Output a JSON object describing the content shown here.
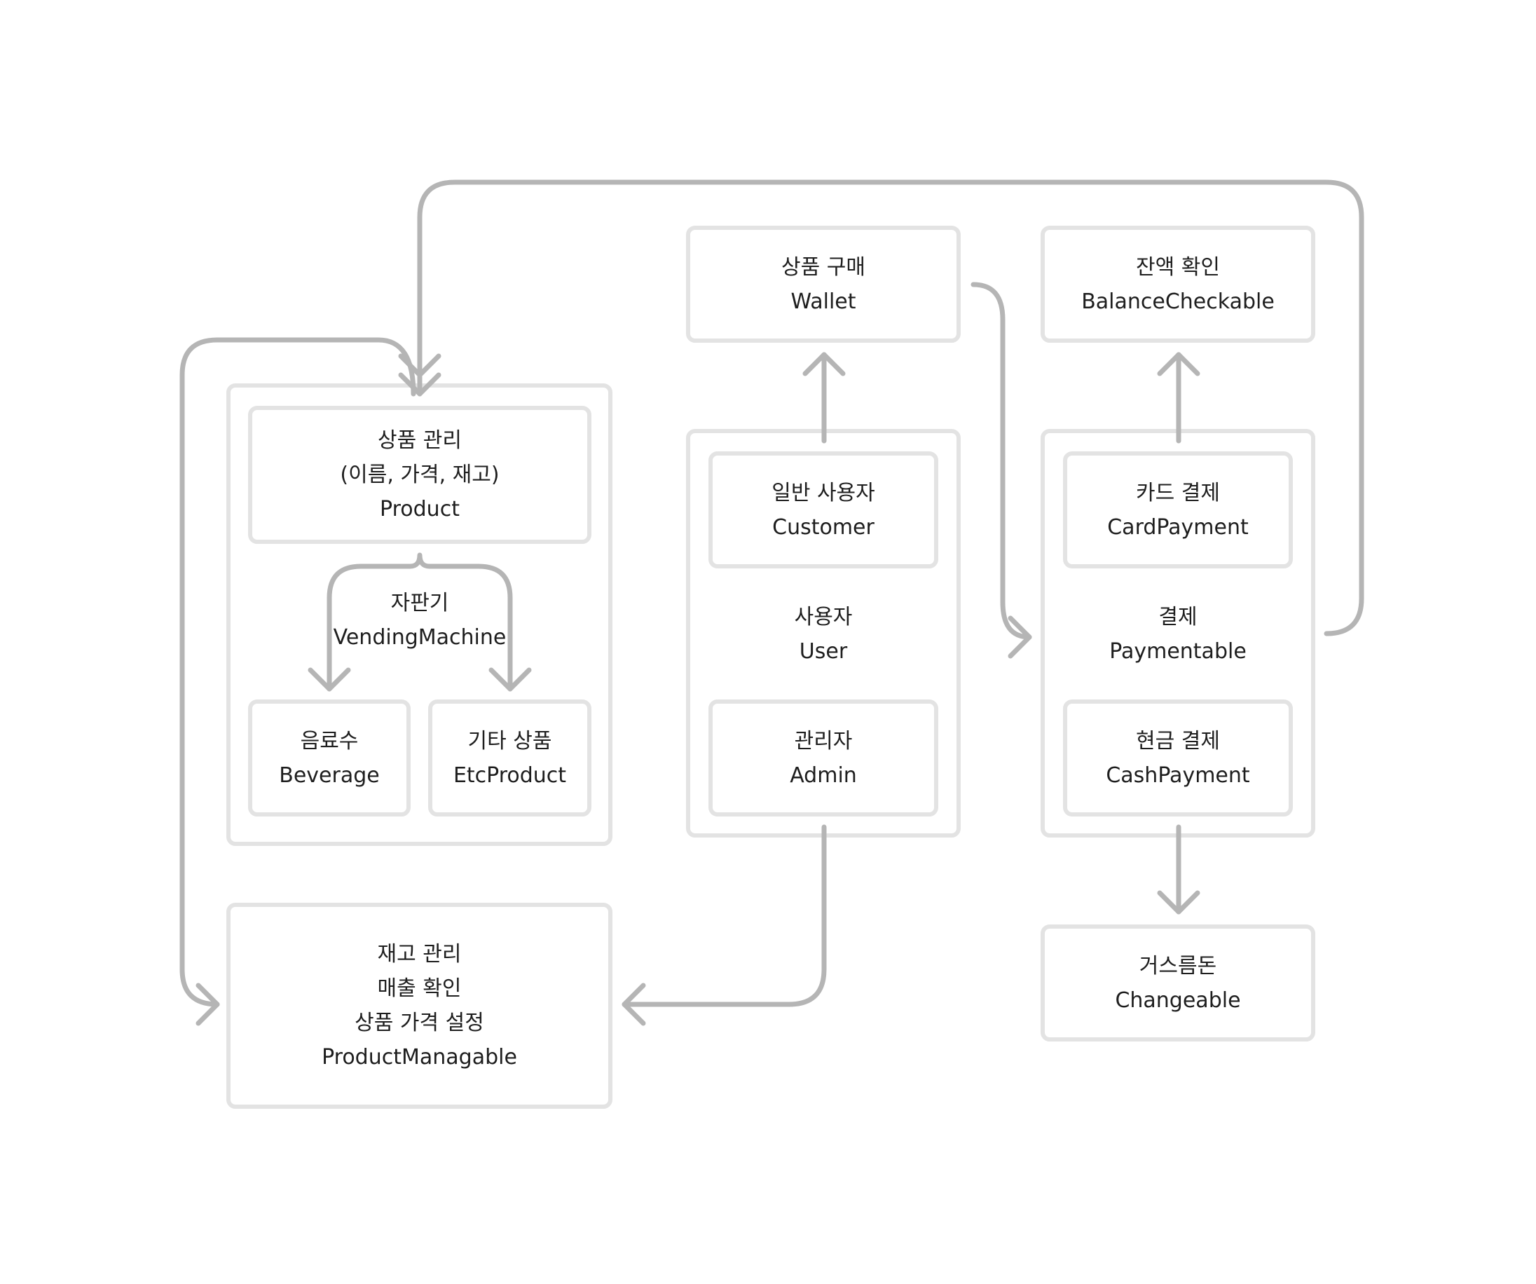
{
  "colors": {
    "box_border": "#e3e3e3",
    "arrow": "#b5b5b5",
    "text": "#1e1e1e",
    "background": "#ffffff"
  },
  "nodes": {
    "product": {
      "line1": "상품 관리",
      "line2": "(이름, 가격, 재고)",
      "line3": "Product"
    },
    "vending": {
      "line1": "자판기",
      "line2": "VendingMachine"
    },
    "beverage": {
      "line1": "음료수",
      "line2": "Beverage"
    },
    "etc": {
      "line1": "기타 상품",
      "line2": "EtcProduct"
    },
    "manage": {
      "line1": "재고 관리",
      "line2": "매출 확인",
      "line3": "상품 가격 설정",
      "line4": "ProductManagable"
    },
    "wallet": {
      "line1": "상품 구매",
      "line2": "Wallet"
    },
    "customer": {
      "line1": "일반 사용자",
      "line2": "Customer"
    },
    "user": {
      "line1": "사용자",
      "line2": "User"
    },
    "admin": {
      "line1": "관리자",
      "line2": "Admin"
    },
    "balance": {
      "line1": "잔액 확인",
      "line2": "BalanceCheckable"
    },
    "card": {
      "line1": "카드 결제",
      "line2": "CardPayment"
    },
    "payment": {
      "line1": "결제",
      "line2": "Paymentable"
    },
    "cash": {
      "line1": "현금 결제",
      "line2": "CashPayment"
    },
    "change": {
      "line1": "거스름돈",
      "line2": "Changeable"
    }
  },
  "edges": [
    {
      "from": "payment",
      "to": "product"
    },
    {
      "from": "vending",
      "to": "manage"
    },
    {
      "from": "product",
      "to": "beverage"
    },
    {
      "from": "product",
      "to": "etc"
    },
    {
      "from": "customer",
      "to": "wallet"
    },
    {
      "from": "wallet",
      "to": "payment"
    },
    {
      "from": "admin",
      "to": "manage"
    },
    {
      "from": "card",
      "to": "balance"
    },
    {
      "from": "cash",
      "to": "change"
    }
  ]
}
